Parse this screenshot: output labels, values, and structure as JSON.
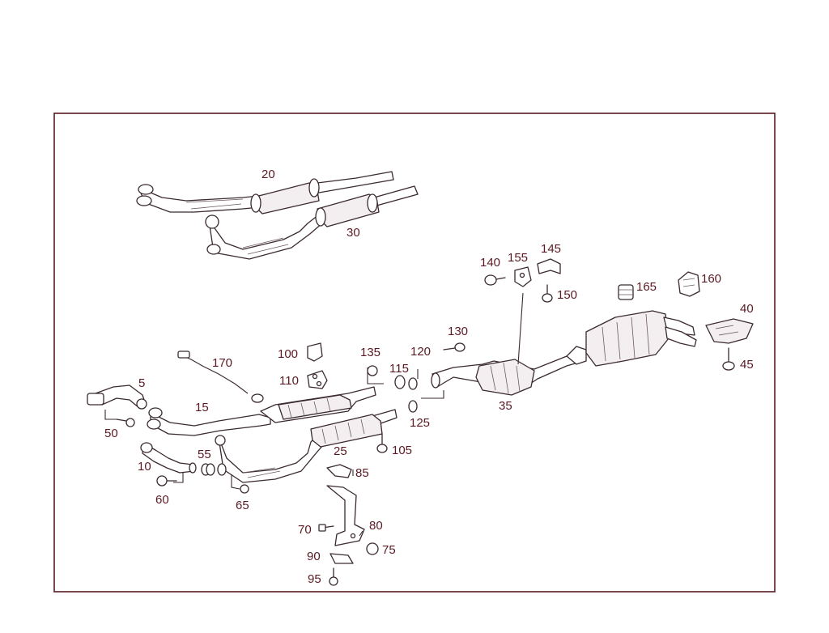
{
  "colors": {
    "frame": "#5a1a24",
    "label": "#5a1a24",
    "line": "#3a2a2e"
  },
  "callouts": {
    "p5": "5",
    "p10": "10",
    "p15": "15",
    "p20": "20",
    "p25": "25",
    "p30": "30",
    "p35": "35",
    "p40": "40",
    "p45": "45",
    "p50": "50",
    "p55": "55",
    "p60": "60",
    "p65": "65",
    "p70": "70",
    "p75": "75",
    "p80": "80",
    "p85": "85",
    "p90": "90",
    "p95": "95",
    "p100": "100",
    "p105": "105",
    "p110": "110",
    "p115": "115",
    "p120": "120",
    "p125": "125",
    "p130": "130",
    "p135": "135",
    "p140": "140",
    "p145": "145",
    "p150": "150",
    "p155": "155",
    "p160": "160",
    "p165": "165",
    "p170": "170"
  }
}
